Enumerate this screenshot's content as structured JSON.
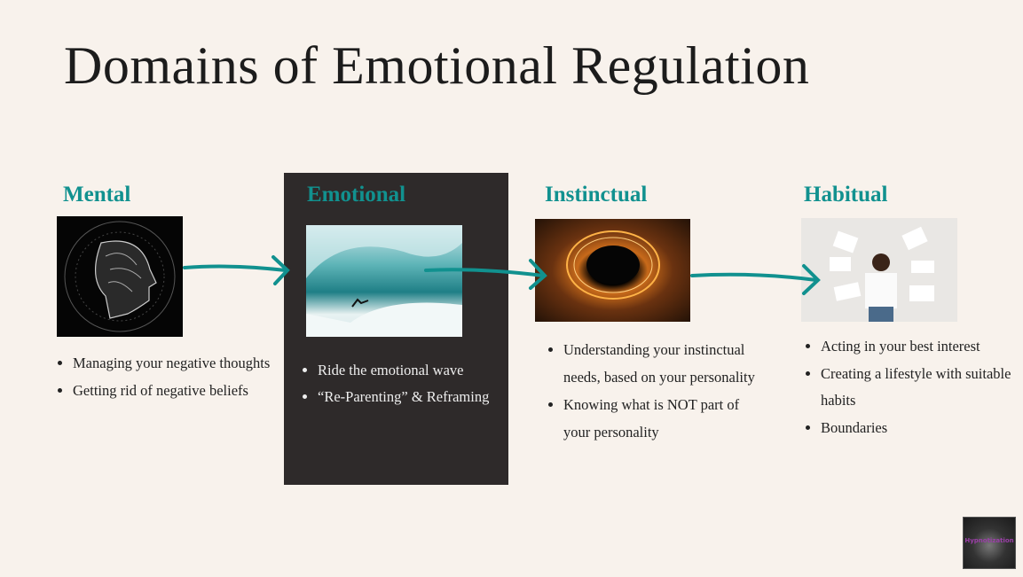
{
  "title": "Domains of Emotional Regulation",
  "columns": [
    {
      "heading": "Mental",
      "image": "brain-head-image",
      "bullets": [
        "Managing your negative thoughts",
        "Getting rid of negative beliefs"
      ]
    },
    {
      "heading": "Emotional",
      "image": "surfer-wave-image",
      "bullets": [
        "Ride the emotional wave",
        "“Re-Parenting” & Reframing"
      ]
    },
    {
      "heading": "Instinctual",
      "image": "fire-spiral-image",
      "bullets": [
        "Understanding your instinctual needs, based on your personality",
        "Knowing what is NOT part of your personality"
      ]
    },
    {
      "heading": "Habitual",
      "image": "healthy-habits-image",
      "bullets": [
        "Acting in your best interest",
        "Creating a lifestyle with suitable habits",
        "Boundaries"
      ]
    }
  ],
  "logo": {
    "text": "Hypnotization"
  },
  "colors": {
    "accent": "#11918f",
    "background": "#f8f2ec",
    "dark_panel": "#2e2a2a"
  }
}
